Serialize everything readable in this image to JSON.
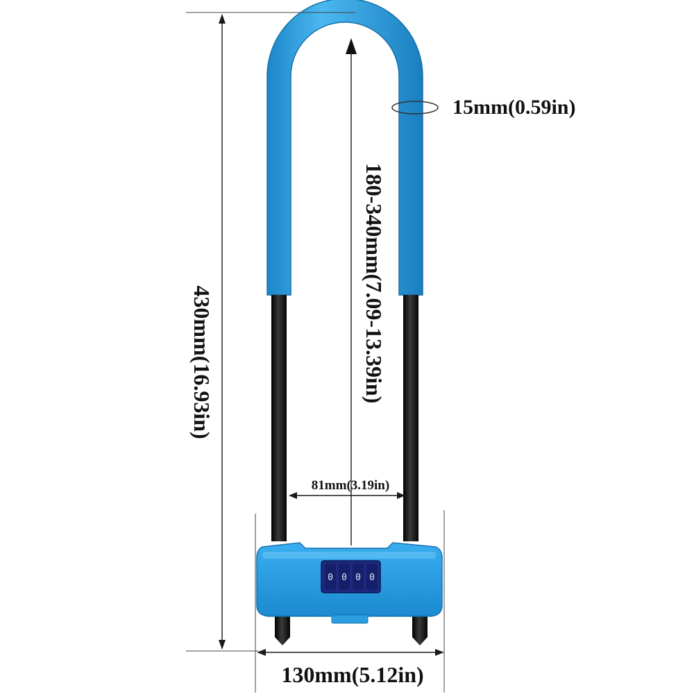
{
  "diagram": {
    "total_length_label": "430mm(16.93in)",
    "inner_height_label": "180-340mm(7.09-13.39in)",
    "shackle_diameter_label": "15mm(0.59in)",
    "inner_width_label": "81mm(3.19in)",
    "body_width_label": "130mm(5.12in)",
    "combination_digits": [
      "0",
      "0",
      "0",
      "0"
    ]
  },
  "colors": {
    "lock_blue": "#2a9ee0",
    "lock_blue_dark": "#1a7fbf",
    "shackle_black": "#151515",
    "dial_navy": "#16206a"
  }
}
